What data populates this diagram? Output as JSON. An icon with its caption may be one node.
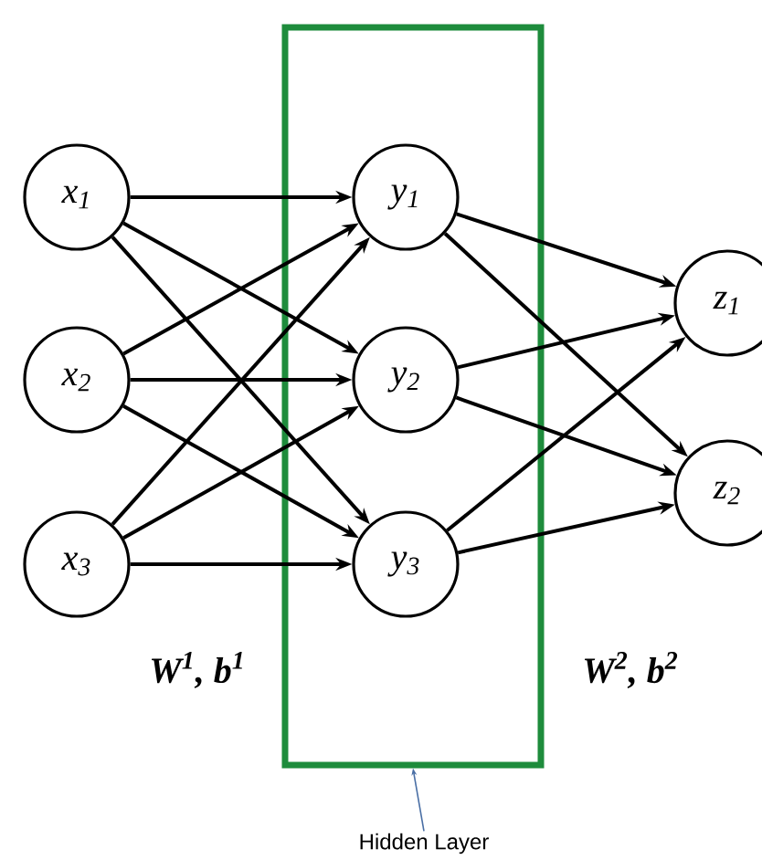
{
  "diagram": {
    "nodes": [
      {
        "text": [
          "x$_{1}$"
        ]
      },
      {
        "text": [
          "x$_{2}$"
        ]
      },
      {
        "text": [
          "x$_{3}$"
        ]
      },
      {
        "text": [],
        "shape": "box"
      },
      {
        "text": [
          "y$_{1}$"
        ],
        "in": 3
      },
      {
        "text": [
          "y$_{2}$"
        ],
        "in": 3
      },
      {
        "text": [
          "y$_{3}$"
        ],
        "in": 3
      },
      {
        "text": [
          "z$_{1}$"
        ]
      },
      {
        "text": [
          "z$_{2}$"
        ]
      },
      {
        "text": [
          "Hidden Layer"
        ]
      }
    ],
    "edges": [
      {
        "from": 0,
        "to": 4,
        "arrow": "to"
      },
      {
        "from": 0,
        "to": 5,
        "arrow": "to"
      },
      {
        "from": 0,
        "to": 6,
        "arrow": "to"
      },
      {
        "from": 1,
        "to": 4,
        "arrow": "to"
      },
      {
        "from": 1,
        "to": 5,
        "arrow": "to"
      },
      {
        "from": 1,
        "to": 6,
        "arrow": "to"
      },
      {
        "from": 2,
        "to": 4,
        "arrow": "to"
      },
      {
        "from": 2,
        "to": 5,
        "arrow": "to"
      },
      {
        "from": 2,
        "to": 6,
        "arrow": "to"
      },
      {
        "from": 4,
        "to": 7,
        "arrow": "to"
      },
      {
        "from": 4,
        "to": 8,
        "arrow": "to"
      },
      {
        "from": 5,
        "to": 7,
        "arrow": "to"
      },
      {
        "from": 5,
        "to": 8,
        "arrow": "to"
      },
      {
        "from": 6,
        "to": 7,
        "arrow": "to"
      },
      {
        "from": 6,
        "to": 8,
        "arrow": "to"
      },
      {
        "from": 9,
        "to": 3,
        "arrow": "to",
        "color": "#4a6fa5"
      }
    ],
    "labels": [
      "W$^{1}$, b$^{1}$",
      "W$^{2}$, b$^{2}$"
    ]
  }
}
